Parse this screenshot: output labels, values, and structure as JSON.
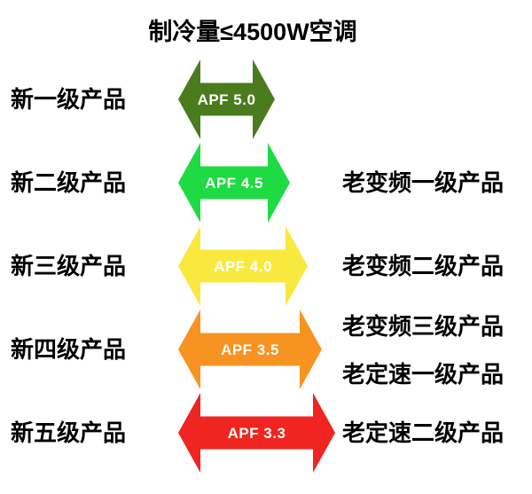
{
  "title": "制冷量≤4500W空调",
  "colors": {
    "background": "#ffffff",
    "arrow_text": "#ffffff",
    "label_text": "#000000",
    "level1_green": "#4a7c1d",
    "level2_green": "#1edb43",
    "level3_yellow": "#f9e93e",
    "level4_orange": "#f79421",
    "level5_red": "#f02420"
  },
  "levels": [
    {
      "new_label": "新一级产品",
      "apf_label": "APF 5.0",
      "arrow_color": "#4a7c1d",
      "old_labels": []
    },
    {
      "new_label": "新二级产品",
      "apf_label": "APF 4.5",
      "arrow_color": "#1edb43",
      "old_labels": [
        "老变频一级产品"
      ]
    },
    {
      "new_label": "新三级产品",
      "apf_label": "APF 4.0",
      "arrow_color": "#f9e93e",
      "old_labels": [
        "老变频二级产品"
      ]
    },
    {
      "new_label": "新四级产品",
      "apf_label": "APF 3.5",
      "arrow_color": "#f79421",
      "old_labels": [
        "老变频三级产品",
        "老定速一级产品"
      ]
    },
    {
      "new_label": "新五级产品",
      "apf_label": "APF 3.3",
      "arrow_color": "#f02420",
      "old_labels": [
        "老定速二级产品"
      ]
    }
  ]
}
